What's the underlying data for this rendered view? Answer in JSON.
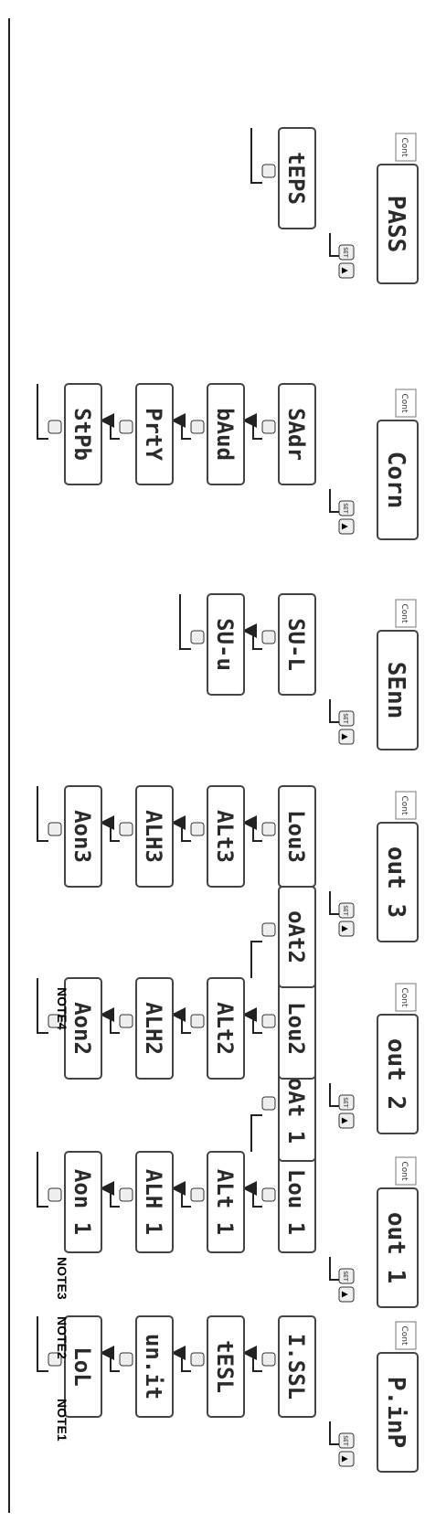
{
  "menus": [
    {
      "label": "P.inP",
      "cont": "Cont",
      "params": [
        [
          "I.SSL",
          "tESL",
          "un.it",
          "LoL"
        ]
      ]
    },
    {
      "label": "out 1",
      "cont": "Cont",
      "params": [
        [
          "Lou 1",
          "ALt 1",
          "ALH 1",
          "Aon 1"
        ],
        [
          "oAt 1"
        ]
      ]
    },
    {
      "label": "out 2",
      "cont": "Cont",
      "params": [
        [
          "Lou2",
          "ALt2",
          "ALH2",
          "Aon2"
        ],
        [
          "oAt2"
        ]
      ]
    },
    {
      "label": "out 3",
      "cont": "Cont",
      "params": [
        [
          "Lou3",
          "ALt3",
          "ALH3",
          "Aon3"
        ]
      ]
    },
    {
      "label": "SEnn",
      "cont": "Cont",
      "params": [
        [
          "SU-L",
          "SU-u"
        ]
      ]
    },
    {
      "label": "Corn",
      "cont": "Cont",
      "params": [
        [
          "SAdr",
          "bAud",
          "PrtY",
          "StPb"
        ]
      ]
    },
    {
      "label": "PASS",
      "cont": "Cont",
      "params": [
        [
          "tEPS"
        ]
      ]
    }
  ],
  "keys": {
    "up": "▲",
    "set": "SET"
  },
  "notes": {
    "n1": "NOTE1",
    "n2": "NOTE2",
    "n3": "NOTE3",
    "n4": "NOTE4"
  },
  "colors": {
    "line": "#222222",
    "lcd_border": "#444444",
    "lcd_bg": "#ffffff"
  }
}
